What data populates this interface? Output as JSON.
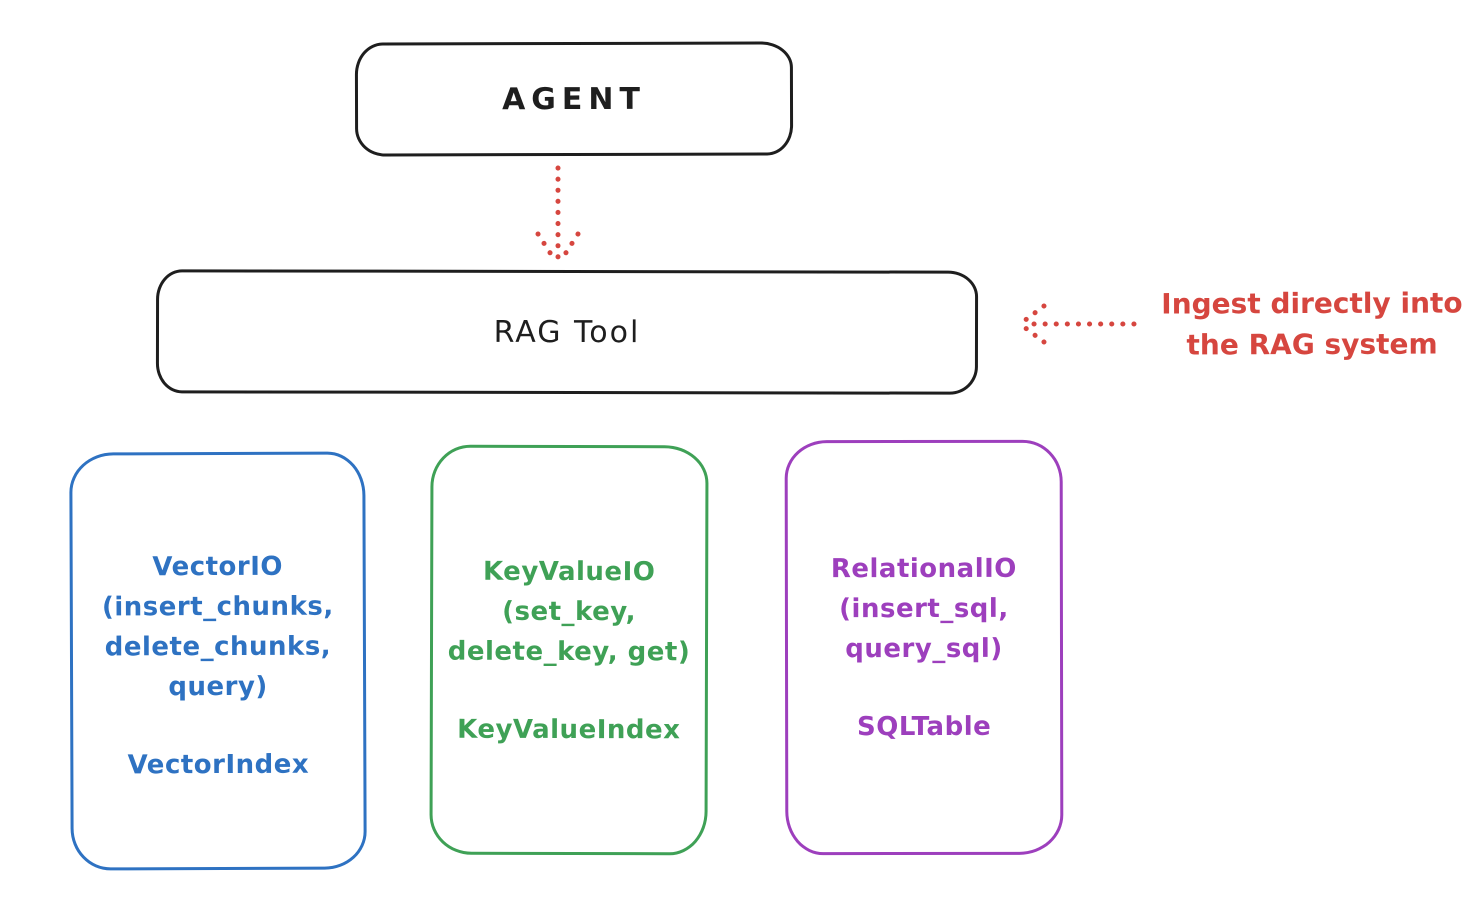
{
  "diagram": {
    "agent": {
      "label": "AGENT"
    },
    "rag_tool": {
      "label": "RAG Tool"
    },
    "annotation": {
      "line1": "Ingest directly into",
      "line2": "the RAG system"
    },
    "io_boxes": [
      {
        "name": "vector-io",
        "lines": [
          "VectorIO",
          "(insert_chunks,",
          "delete_chunks,",
          "query)"
        ],
        "index": "VectorIndex"
      },
      {
        "name": "keyvalue-io",
        "lines": [
          "KeyValueIO",
          "(set_key,",
          "delete_key, get)"
        ],
        "index": "KeyValueIndex"
      },
      {
        "name": "relational-io",
        "lines": [
          "RelationalIO",
          "(insert_sql,",
          "query_sql)"
        ],
        "index": "SQLTable"
      }
    ],
    "colors": {
      "stroke": "#1e1e1e",
      "red": "#d6463f",
      "blue": "#2e72c2",
      "green": "#3fa156",
      "purple": "#9d3fbd"
    }
  }
}
